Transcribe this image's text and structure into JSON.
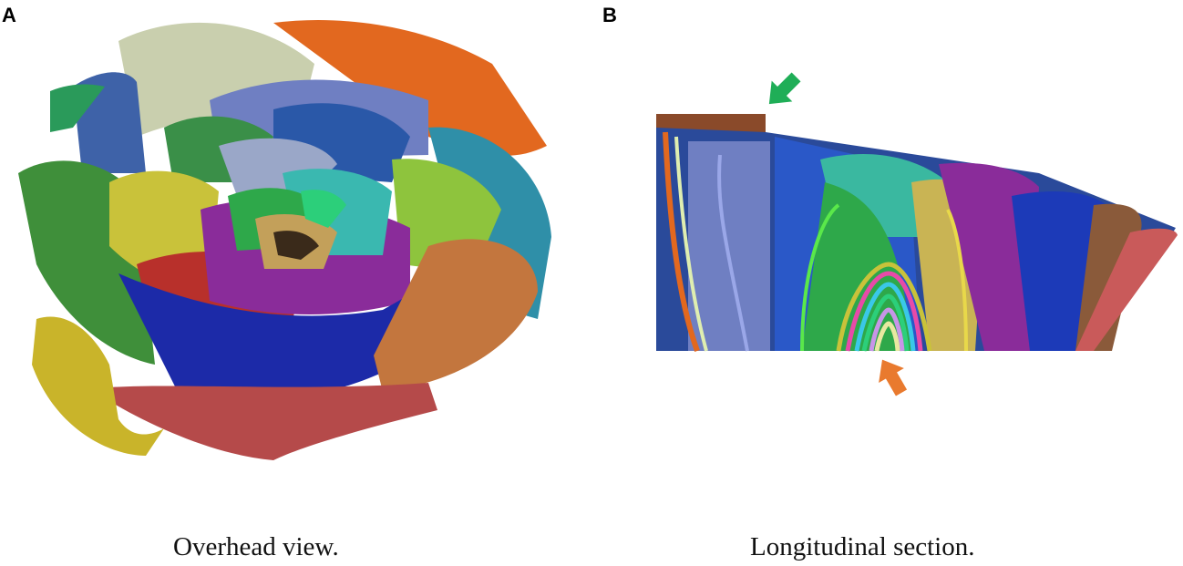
{
  "panels": [
    {
      "letter": "A",
      "caption": "Overhead view."
    },
    {
      "letter": "B",
      "caption": "Longitudinal section."
    }
  ],
  "colors": {
    "green_arrow": "#1fae57",
    "orange_arrow": "#e97a2e",
    "petal_palette": [
      "#3f8f3a",
      "#c9cfae",
      "#e2681f",
      "#6f7fc2",
      "#2a58a8",
      "#1c2aa8",
      "#b8302b",
      "#c9b42a",
      "#3aa8a0",
      "#8a2c9a",
      "#c3763e",
      "#8ec43d",
      "#2ccf7a"
    ]
  },
  "icons": [
    "arrow-down-left-icon",
    "arrow-up-left-icon"
  ]
}
